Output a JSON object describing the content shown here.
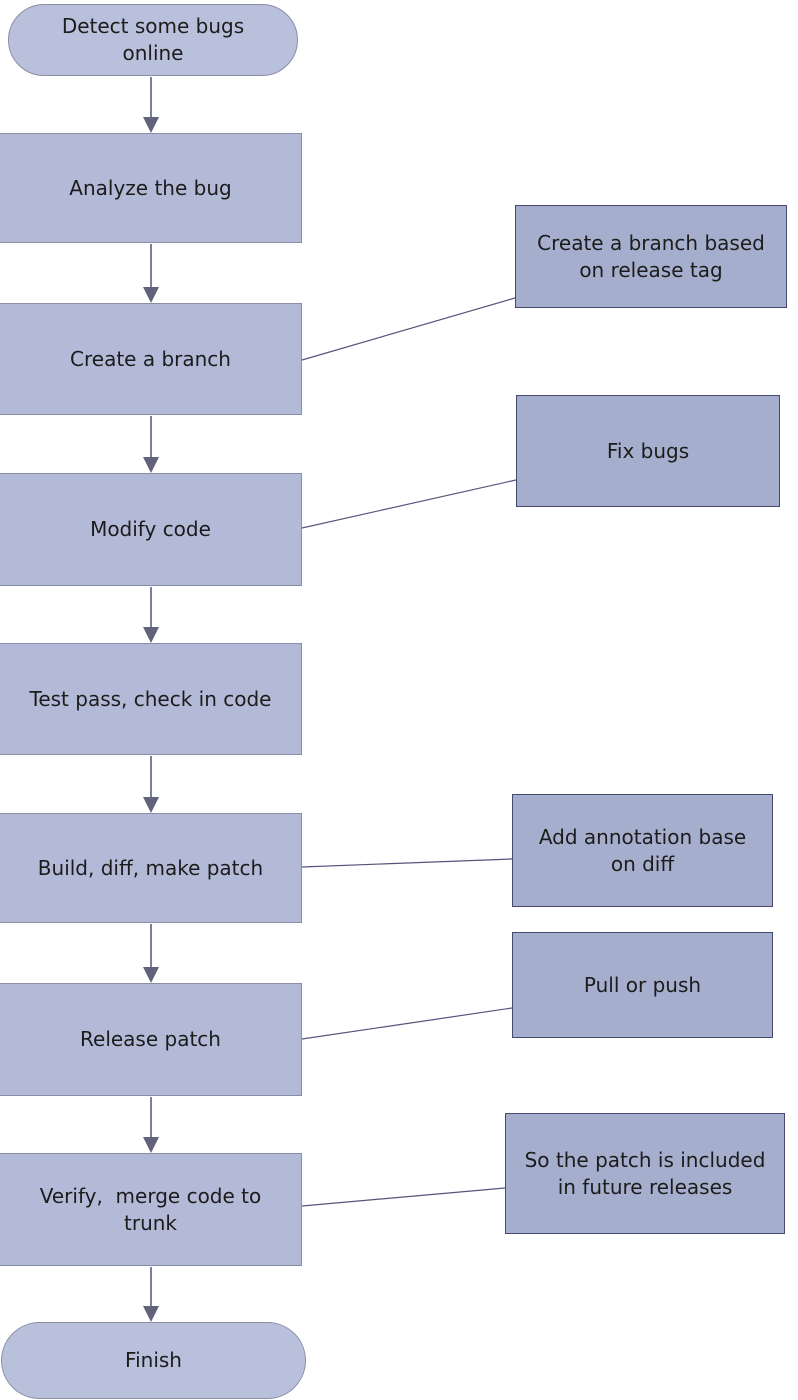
{
  "diagram": {
    "type": "flowchart",
    "background": "#ffffff",
    "colors": {
      "process_fill": "#b3bad7",
      "process_border": "#8b8ea8",
      "terminator_fill": "#b9c0dc",
      "terminator_border": "#8b8ea8",
      "annotation_fill": "#a6aecd",
      "annotation_border": "#474a6e",
      "arrow_line": "#7d7e97",
      "arrow_head": "#62627b",
      "connector_line": "#54557b",
      "text": "#1c1c1c"
    },
    "nodes": {
      "start": {
        "label": "Detect some bugs online",
        "shape": "terminator"
      },
      "analyze": {
        "label": "Analyze the bug",
        "shape": "process"
      },
      "create_branch": {
        "label": "Create a branch",
        "shape": "process"
      },
      "modify_code": {
        "label": "Modify code",
        "shape": "process"
      },
      "test_pass": {
        "label": "Test pass, check in code",
        "shape": "process"
      },
      "build_diff": {
        "label": "Build, diff, make patch",
        "shape": "process"
      },
      "release_patch": {
        "label": "Release patch",
        "shape": "process"
      },
      "verify_merge": {
        "label": "Verify,  merge code to\ntrunk",
        "shape": "process"
      },
      "finish": {
        "label": "Finish",
        "shape": "terminator"
      }
    },
    "annotations": {
      "branch_note": {
        "label": "Create a branch based\non release tag",
        "attached_to": "create_branch"
      },
      "fix_bugs_note": {
        "label": "Fix bugs",
        "attached_to": "modify_code"
      },
      "diff_note": {
        "label": "Add annotation base\non diff",
        "attached_to": "build_diff"
      },
      "pull_push_note": {
        "label": "Pull or push",
        "attached_to": "release_patch"
      },
      "future_release_note": {
        "label": "So the patch is included\nin future releases",
        "attached_to": "verify_merge"
      }
    },
    "flow": [
      "start",
      "analyze",
      "create_branch",
      "modify_code",
      "test_pass",
      "build_diff",
      "release_patch",
      "verify_merge",
      "finish"
    ],
    "edges": [
      {
        "from": "start",
        "to": "analyze"
      },
      {
        "from": "analyze",
        "to": "create_branch"
      },
      {
        "from": "create_branch",
        "to": "modify_code"
      },
      {
        "from": "modify_code",
        "to": "test_pass"
      },
      {
        "from": "test_pass",
        "to": "build_diff"
      },
      {
        "from": "build_diff",
        "to": "release_patch"
      },
      {
        "from": "release_patch",
        "to": "verify_merge"
      },
      {
        "from": "verify_merge",
        "to": "finish"
      }
    ]
  }
}
